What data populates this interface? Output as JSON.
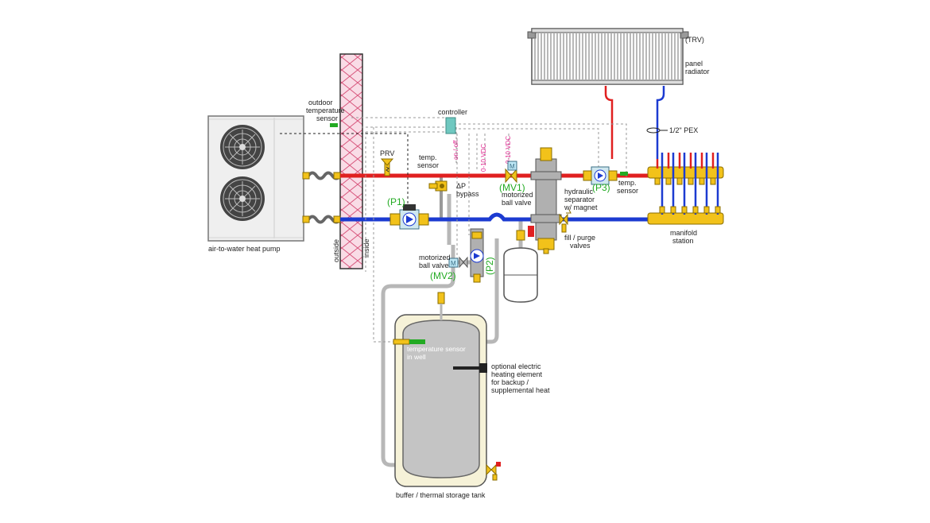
{
  "colors": {
    "supply": "#e02020",
    "return": "#1c3bd1",
    "pipe_gray": "#b7b7b7",
    "brass": "#f2c21a",
    "accent_green": "#22aa22",
    "signal_magenta": "#e0268f",
    "tank_fill": "#c4c4c4",
    "tank_jacket": "#f6f2d8"
  },
  "labels": {
    "trv": "(TRV)",
    "panel_radiator": [
      "panel",
      "radiator"
    ],
    "pex": "1/2\" PEX",
    "outdoor_sensor": [
      "outdoor",
      "temperature",
      "sensor"
    ],
    "controller": "controller",
    "prv": "PRV",
    "temp_sensor_supply": [
      "temp.",
      "sensor"
    ],
    "dp_bypass": [
      "ΔP",
      "bypass"
    ],
    "mv1_name": [
      "motorized",
      "ball valve"
    ],
    "mv1_tag": "(MV1)",
    "p1_tag": "(P1)",
    "p2_tag": "(P2)",
    "p3_tag": "(P3)",
    "temp_sensor_p3": [
      "temp.",
      "sensor"
    ],
    "hydraulic_separator": [
      "hydraulic",
      "separator",
      "w/ magnet"
    ],
    "fill_purge": [
      "fill / purge",
      "valves"
    ],
    "manifold_station": [
      "manifold",
      "station"
    ],
    "mv2_name": [
      "motorized",
      "ball valve"
    ],
    "mv2_tag": "(MV2)",
    "heat_pump": "air-to-water heat pump",
    "outside": "outside",
    "inside": "inside",
    "tank_sensor": [
      "temperature sensor",
      "in well"
    ],
    "heating_element": [
      "optional electric",
      "heating element",
      "for backup /",
      "supplemental heat"
    ],
    "tank": "buffer / thermal storage tank",
    "signal_onoff": "on / off",
    "signal_010_a": "0-10 VDC",
    "signal_010_b": "0-10 VDC",
    "motor_symbol": "M"
  },
  "icons": {
    "fan": "fan-icon",
    "pump": "circulator-pump-icon",
    "valve": "ball-valve-icon",
    "motor": "motor-actuator-icon",
    "vent": "air-vent-icon",
    "expansion_tank": "expansion-tank-icon"
  }
}
